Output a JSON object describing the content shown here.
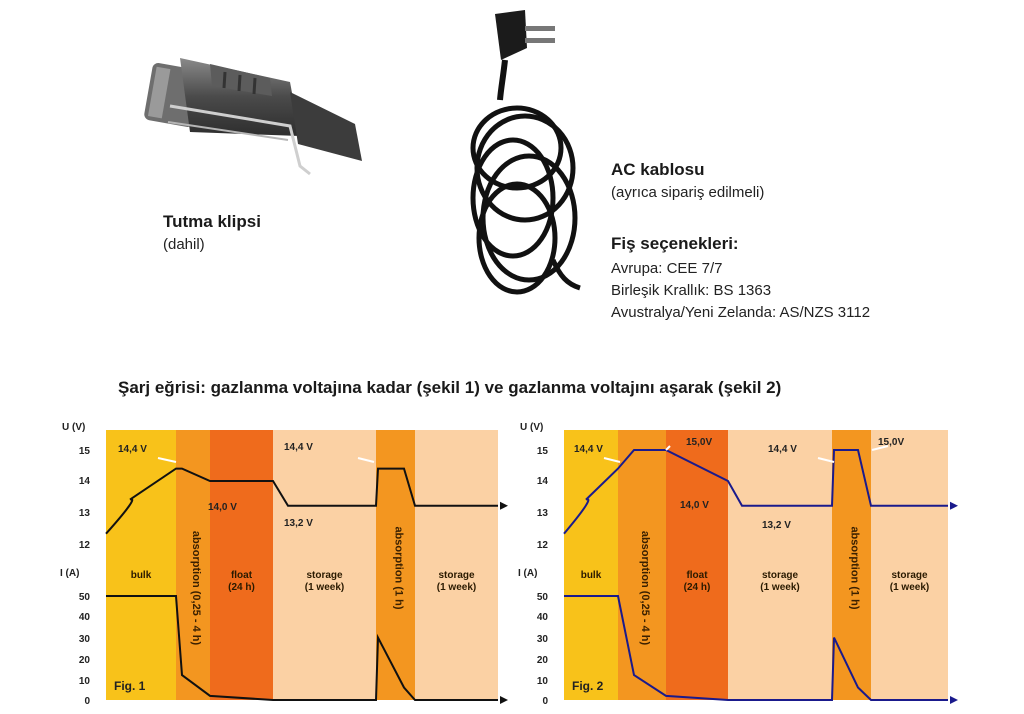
{
  "clip": {
    "title": "Tutma klipsi",
    "subtitle": "(dahil)"
  },
  "cable": {
    "title": "AC kablosu",
    "subtitle": "(ayrıca sipariş edilmeli)"
  },
  "plugs": {
    "title": "Fiş seçenekleri:",
    "items": [
      "Avrupa: CEE 7/7",
      "Birleşik Krallık: BS 1363",
      "Avustralya/Yeni Zelanda: AS/NZS 3112"
    ]
  },
  "charts_heading": "Şarj eğrisi: gazlanma voltajına kadar (şekil 1) ve gazlanma voltajını aşarak (şekil 2)",
  "colors": {
    "bulk": "#f8c21a",
    "absorption": "#f39620",
    "float": "#ef6b1c",
    "storage": "#fbd1a4",
    "curve_fig1": "#111111",
    "curve_fig2": "#1a1a8c"
  },
  "chart_data": [
    {
      "type": "line",
      "label": "Fig. 1",
      "u_axis": {
        "unit": "U (V)",
        "ticks": [
          "15",
          "14",
          "13",
          "12"
        ]
      },
      "i_axis": {
        "unit": "I (A)",
        "ticks": [
          "50",
          "40",
          "30",
          "20",
          "10",
          "0"
        ]
      },
      "phases": [
        {
          "name": "bulk",
          "label": "bulk"
        },
        {
          "name": "absorption",
          "label": "absorption (0,25 - 4 h)"
        },
        {
          "name": "float",
          "label": "float\n(24 h)"
        },
        {
          "name": "storage",
          "label": "storage\n(1 week)"
        },
        {
          "name": "absorption",
          "label": "absorption (1 h)"
        },
        {
          "name": "storage",
          "label": "storage\n(1 week)"
        }
      ],
      "voltage_labels": [
        "14,4 V",
        "14,0 V",
        "14,4 V",
        "13,2 V"
      ],
      "voltage_V": [
        12.3,
        13.4,
        14.4,
        14.4,
        14.0,
        14.0,
        13.2,
        13.2,
        14.4,
        14.4,
        13.2,
        13.2
      ],
      "current_A": [
        50,
        50,
        50,
        12,
        2,
        0,
        0,
        0,
        30,
        6,
        0,
        0
      ]
    },
    {
      "type": "line",
      "label": "Fig. 2",
      "u_axis": {
        "unit": "U (V)",
        "ticks": [
          "15",
          "14",
          "13",
          "12"
        ]
      },
      "i_axis": {
        "unit": "I (A)",
        "ticks": [
          "50",
          "40",
          "30",
          "20",
          "10",
          "0"
        ]
      },
      "phases": [
        {
          "name": "bulk",
          "label": "bulk"
        },
        {
          "name": "absorption",
          "label": "absorption (0,25 - 4 h)"
        },
        {
          "name": "float",
          "label": "float\n(24 h)"
        },
        {
          "name": "storage",
          "label": "storage\n(1 week)"
        },
        {
          "name": "absorption",
          "label": "absorption (1 h)"
        },
        {
          "name": "storage",
          "label": "storage\n(1 week)"
        }
      ],
      "voltage_labels": [
        "14,4 V",
        "15,0V",
        "14,0 V",
        "14,4 V",
        "13,2 V",
        "15,0V"
      ],
      "voltage_V": [
        12.3,
        13.4,
        14.4,
        15.0,
        15.0,
        14.0,
        13.2,
        13.2,
        15.0,
        15.0,
        13.2,
        13.2
      ],
      "current_A": [
        50,
        50,
        50,
        12,
        2,
        0,
        0,
        0,
        30,
        6,
        0,
        0
      ]
    }
  ]
}
